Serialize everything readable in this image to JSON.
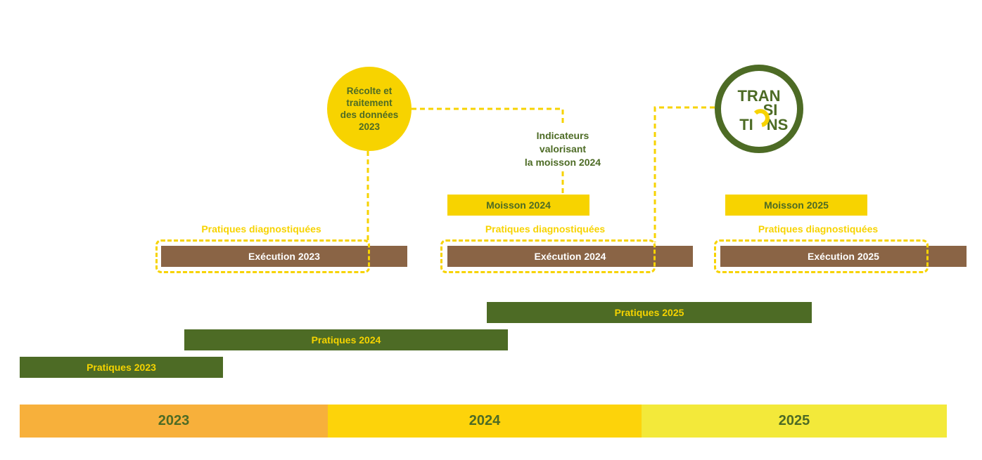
{
  "circle_data": {
    "lines": [
      "Récolte et",
      "traitement",
      "des données",
      "2023"
    ]
  },
  "indicateurs": {
    "lines": [
      "Indicateurs",
      "valorisant",
      "la moisson 2024"
    ]
  },
  "logo": {
    "lines": [
      "TRAN",
      "SI",
      "TI",
      "NS"
    ]
  },
  "moisson": [
    "Moisson 2024",
    "Moisson 2025"
  ],
  "diagnostic_label": [
    "Pratiques diagnostiquées",
    "Pratiques diagnostiquées",
    "Pratiques diagnostiquées"
  ],
  "execution": [
    "Exécution 2023",
    "Exécution 2024",
    "Exécution 2025"
  ],
  "pratiques": [
    "Pratiques 2025",
    "Pratiques 2024",
    "Pratiques 2023"
  ],
  "years": [
    "2023",
    "2024",
    "2025"
  ],
  "colors": {
    "green": "#4d6b25",
    "yellow": "#f7d300",
    "brown": "#8a6445",
    "year_2023": "#f7b03b",
    "year_2024": "#fdd30a",
    "year_2025": "#f3e93a"
  }
}
